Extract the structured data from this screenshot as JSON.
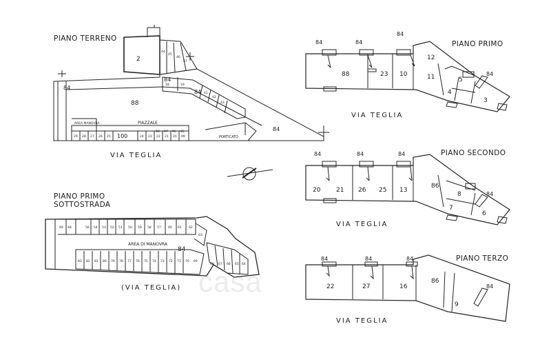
{
  "watermark": "casa",
  "plans": {
    "ground": {
      "title": "PIANO TERRENO",
      "street": "VIA TEGLIA",
      "labels": {
        "unit_2": "2",
        "unit_88": "88",
        "unit_84a": "84",
        "unit_84b": "84",
        "unit_84c": "84",
        "unit_84d": "84",
        "unit_100": "100",
        "piazzale": "PIAZZALE",
        "porticato": "PORTICATO",
        "area_manovra": "AREA MANOVRA"
      },
      "small_units": [
        "44",
        "45",
        "46",
        "47",
        "18",
        "19",
        "41",
        "42",
        "43",
        "29",
        "28",
        "27",
        "26",
        "25",
        "24",
        "23",
        "22",
        "21",
        "20",
        "99",
        "98",
        "97",
        "96",
        "95"
      ]
    },
    "basement": {
      "title_line1": "PIANO PRIMO",
      "title_line2": "SOTTOSTRADA",
      "street": "(VIA TEGLIA)",
      "area": "AREA DI MANOVRA",
      "unit_84": "84",
      "top_units": [
        "49",
        "48",
        "56",
        "54",
        "53",
        "52",
        "51",
        "50",
        "59",
        "58",
        "57",
        "60",
        "61",
        "62",
        "63"
      ],
      "bottom_units": [
        "83",
        "82",
        "81",
        "80",
        "79",
        "78",
        "77",
        "76",
        "75",
        "74",
        "73",
        "72",
        "71",
        "70",
        "69",
        "68",
        "67",
        "66",
        "65",
        "64"
      ]
    },
    "first": {
      "title": "PIANO PRIMO",
      "street": "VIA TEGLIA",
      "units": [
        "88",
        "23",
        "10",
        "11",
        "12",
        "5",
        "4",
        "3"
      ],
      "markers": [
        "84",
        "84",
        "84",
        "84"
      ]
    },
    "second": {
      "title": "PIANO SECONDO",
      "street": "VIA TEGLIA",
      "units": [
        "20",
        "21",
        "26",
        "25",
        "13",
        "86",
        "8",
        "7",
        "6"
      ],
      "markers": [
        "84",
        "84",
        "84",
        "84"
      ]
    },
    "third": {
      "title": "PIANO TERZO",
      "street": "VIA TEGLIA",
      "units": [
        "22",
        "27",
        "16",
        "86",
        "9"
      ],
      "markers": [
        "84",
        "84",
        "84",
        "84"
      ]
    }
  }
}
